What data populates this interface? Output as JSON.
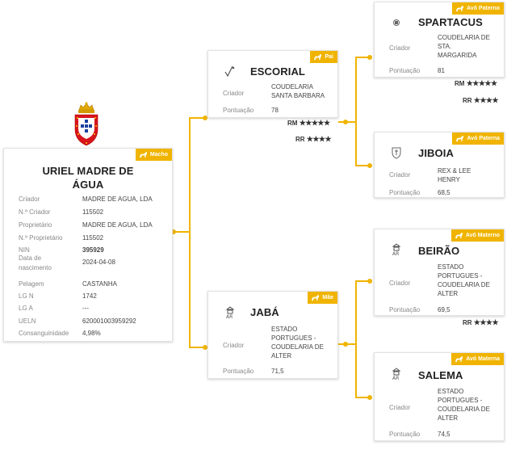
{
  "main": {
    "badge": "Macho",
    "name_line1": "URIEL MADRE DE",
    "name_line2": "ÁGUA",
    "rows": [
      {
        "k": "Criador",
        "v": "MADRE DE AGUA, LDA"
      },
      {
        "k": "N.º Criador",
        "v": "115502"
      },
      {
        "k": "Proprietário",
        "v": "MADRE DE AGUA, LDA"
      },
      {
        "k": "N.º Proprietário",
        "v": "115502"
      },
      {
        "k": "NIN",
        "v": "395929"
      },
      {
        "k1": "Data de",
        "k2": "nascimento",
        "v": "2024-04-08"
      },
      {
        "k": "Pelagem",
        "v": "CASTANHA"
      },
      {
        "k": "LG N",
        "v": "1742"
      },
      {
        "k": "LG A",
        "v": "---"
      },
      {
        "k": "UELN",
        "v": "620001003959292"
      },
      {
        "k": "Consanguinidade",
        "v": "4,98%"
      }
    ]
  },
  "labels": {
    "criador": "Criador",
    "pontuacao": "Pontuação"
  },
  "father": {
    "badge": "Pai",
    "name": "ESCORIAL",
    "criador": [
      "COUDELARIA",
      "SANTA BARBARA"
    ],
    "pontuacao": "78",
    "stars1": {
      "label": "RM",
      "stars": "★★★★★"
    },
    "stars2": {
      "label": "RR",
      "stars": "★★★★"
    }
  },
  "mother": {
    "badge": "Mãe",
    "name": "JABÁ",
    "criador": [
      "ESTADO",
      "PORTUGUES -",
      "COUDELARIA DE",
      "ALTER"
    ],
    "pontuacao": "71,5"
  },
  "gp1": {
    "badge": "Avô Paterno",
    "name": "SPARTACUS",
    "criador": [
      "COUDELARIA DE",
      "STA.",
      "MARGARIDA"
    ],
    "pontuacao": "81",
    "stars1": {
      "label": "RM",
      "stars": "★★★★★"
    },
    "stars2": {
      "label": "RR",
      "stars": "★★★★"
    }
  },
  "gp2": {
    "badge": "Avó Paterna",
    "name": "JIBOIA",
    "criador": [
      "REX & LEE",
      "HENRY"
    ],
    "pontuacao": "68,5"
  },
  "gp3": {
    "badge": "Avô Materno",
    "name": "BEIRÃO",
    "criador": [
      "ESTADO",
      "PORTUGUES -",
      "COUDELARIA DE",
      "ALTER"
    ],
    "pontuacao": "69,5",
    "stars1": {
      "label": "RR",
      "stars": "★★★★"
    }
  },
  "gp4": {
    "badge": "Avó Materna",
    "name": "SALEMA",
    "criador": [
      "ESTADO",
      "PORTUGUES -",
      "COUDELARIA DE",
      "ALTER"
    ],
    "pontuacao": "74,5"
  },
  "colors": {
    "accent": "#f0b400"
  },
  "icons": {
    "coat_of_arms": "portugal-coat-of-arms-icon",
    "horse": "horse-icon"
  }
}
